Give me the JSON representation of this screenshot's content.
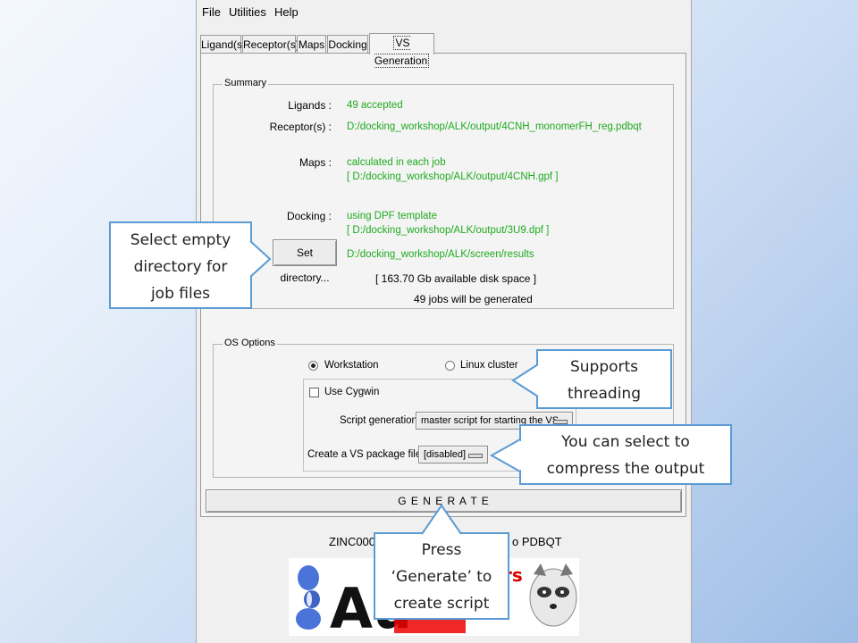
{
  "menu": [
    "File",
    "Utilities",
    "Help"
  ],
  "tabs": [
    "Ligand(s)",
    "Receptor(s)",
    "Maps",
    "Docking",
    "VS Generation"
  ],
  "summary": {
    "title": "Summary",
    "ligands_label": "Ligands :",
    "ligands_value": "49 accepted",
    "receptors_label": "Receptor(s) :",
    "receptors_value": "D:/docking_workshop/ALK/output/4CNH_monomerFH_reg.pdbqt",
    "maps_label": "Maps :",
    "maps_value_1": "calculated in each job",
    "maps_value_2": "[ D:/docking_workshop/ALK/output/4CNH.gpf ]",
    "docking_label": "Docking :",
    "docking_value_1": "using DPF template",
    "docking_value_2": "[ D:/docking_workshop/ALK/output/3U9.dpf ]",
    "set_directory_button": "Set directory...",
    "directory_value": "D:/docking_workshop/ALK/screen/results",
    "disk_space": "[ 163.70 Gb available disk space ]",
    "jobs_count": "49 jobs will be generated"
  },
  "os_options": {
    "title": "OS Options",
    "workstation": "Workstation",
    "linux_cluster": "Linux cluster",
    "selected": "Workstation",
    "use_cygwin": "Use Cygwin",
    "script_generation_label": "Script generation",
    "script_generation_value": "master script for starting the VS",
    "vs_package_label": "Create a VS package file",
    "vs_package_value": "[disabled]"
  },
  "generate_button": "G E N E R A T E",
  "status_left": "ZINC0002",
  "status_right": "o PDBQT",
  "logo": {
    "text": "Au",
    "fragment": "rs"
  },
  "callouts": {
    "select_dir": [
      "Select empty",
      "directory for",
      "job files"
    ],
    "threading": [
      "Supports",
      "threading"
    ],
    "compress": [
      "You can select to",
      "compress the output"
    ],
    "generate": [
      "Press",
      "‘Generate’ to",
      "create script"
    ]
  },
  "colors": {
    "value_green": "#1faa1f",
    "callout_border": "#5b9bd5"
  }
}
